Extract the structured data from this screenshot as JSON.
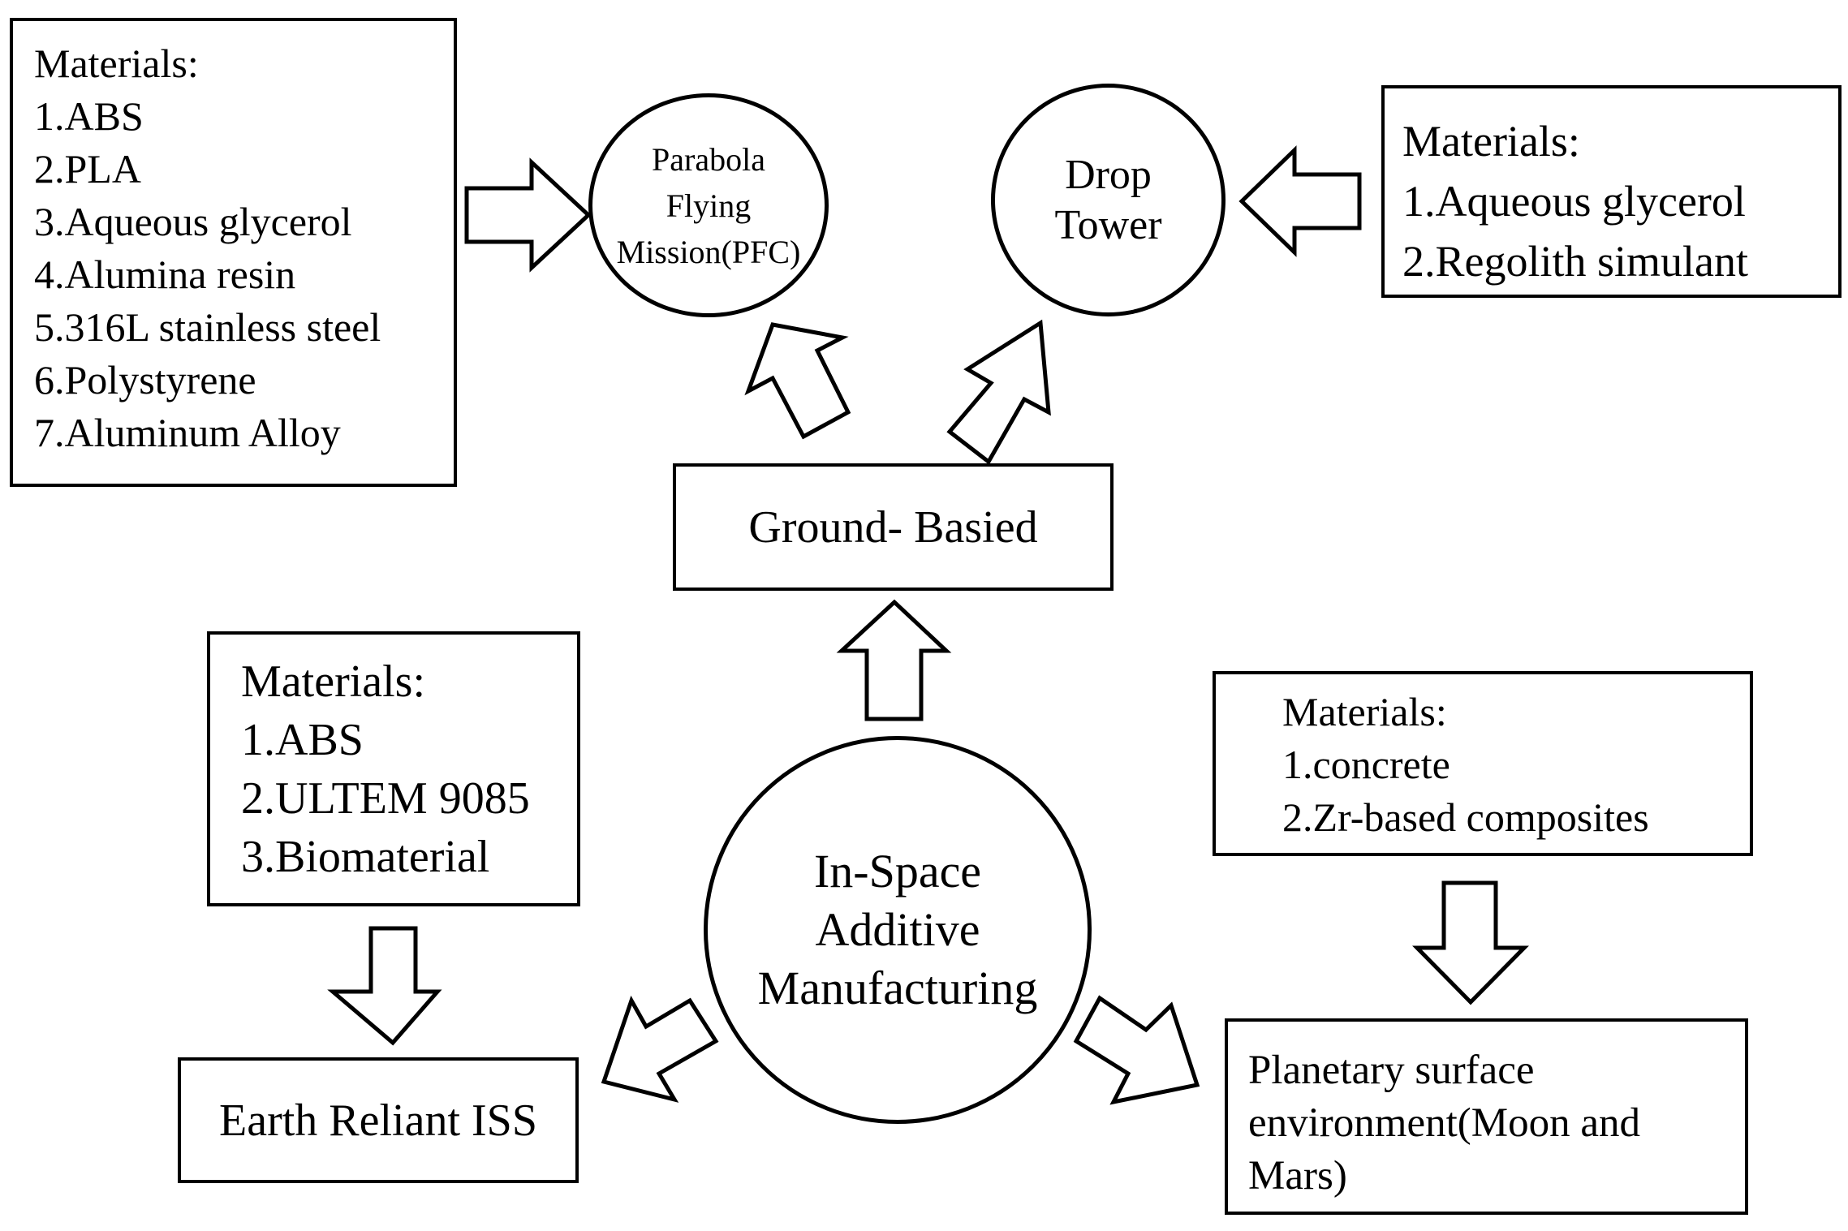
{
  "center": {
    "lines": [
      "In-Space",
      "Additive",
      "Manufacturing"
    ]
  },
  "ground_based": {
    "label": "Ground- Basied"
  },
  "parabola": {
    "lines": [
      "Parabola",
      "Flying",
      "Mission(PFC)"
    ]
  },
  "drop_tower": {
    "lines": [
      "Drop",
      "Tower"
    ]
  },
  "parabola_materials": {
    "title": "Materials:",
    "items": [
      "1.ABS",
      "2.PLA",
      "3.Aqueous glycerol",
      "4.Alumina resin",
      "5.316L stainless steel",
      "6.Polystyrene",
      "7.Aluminum Alloy"
    ]
  },
  "drop_tower_materials": {
    "title": "Materials:",
    "items": [
      "1.Aqueous glycerol",
      "2.Regolith simulant"
    ]
  },
  "iss_materials": {
    "title": "Materials:",
    "items": [
      "1.ABS",
      "2.ULTEM 9085",
      "3.Biomaterial"
    ]
  },
  "iss": {
    "label": "Earth Reliant ISS"
  },
  "planetary_materials": {
    "title": "Materials:",
    "items": [
      "1.concrete",
      "2.Zr-based composites"
    ]
  },
  "planetary": {
    "lines": [
      "Planetary surface",
      "environment(Moon and",
      "Mars)"
    ]
  }
}
